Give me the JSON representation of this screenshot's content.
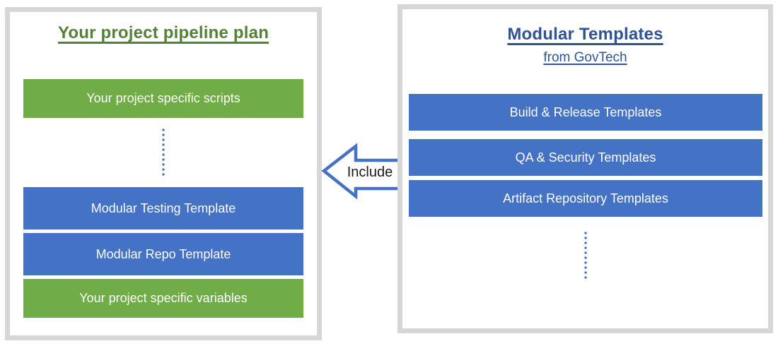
{
  "left_panel": {
    "title": "Your project pipeline plan",
    "blocks": [
      {
        "label": "Your project specific scripts",
        "color": "green"
      },
      {
        "label": "Modular Testing Template",
        "color": "blue"
      },
      {
        "label": "Modular Repo Template",
        "color": "blue"
      },
      {
        "label": "Your project specific variables",
        "color": "green"
      }
    ]
  },
  "right_panel": {
    "title": "Modular Templates",
    "subtitle": "from GovTech",
    "blocks": [
      {
        "label": "Build & Release Templates",
        "color": "blue"
      },
      {
        "label": "QA & Security Templates",
        "color": "blue"
      },
      {
        "label": "Artifact Repository Templates",
        "color": "blue"
      }
    ]
  },
  "arrow": {
    "label": "Include",
    "direction": "left"
  },
  "colors": {
    "green_block": "#70AD47",
    "blue_block": "#4472C4",
    "green_title": "#538135",
    "blue_title": "#2F5496",
    "panel_border": "#D6D6D6",
    "dots": "#4472C4",
    "arrow_outline": "#4472C4",
    "bar_text": "#FFFFFF",
    "arrow_text": "#1A1A1A"
  }
}
